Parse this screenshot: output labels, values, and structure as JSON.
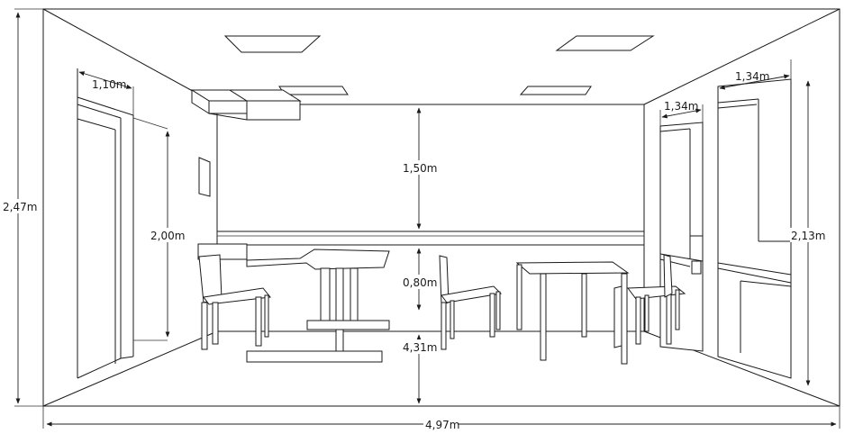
{
  "dimensions": {
    "room_height": "2,47m",
    "room_width": "4,97m",
    "door_width": "1,10m",
    "door_height": "2,00m",
    "board_height": "1,50m",
    "board_sill_height": "0,80m",
    "room_depth": "4,31m",
    "window_near_width": "1,34m",
    "window_far_width": "1,34m",
    "window_height": "2,13m"
  }
}
